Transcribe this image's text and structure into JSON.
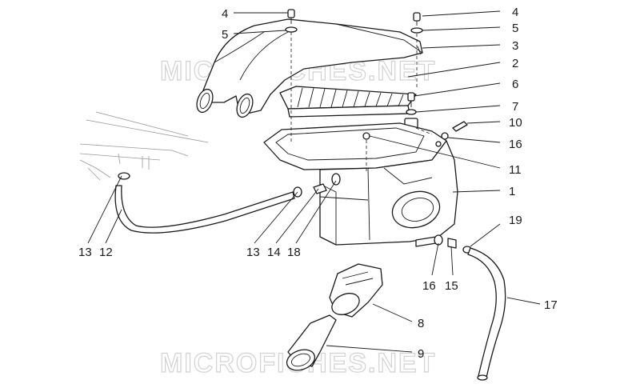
{
  "watermark": {
    "top": "MICROFICHES.NET",
    "bottom": "MICROFICHES.NET"
  },
  "callouts": {
    "c4_left": "4",
    "c5_left": "5",
    "c4_right": "4",
    "c5_right": "5",
    "c3": "3",
    "c2": "2",
    "c6": "6",
    "c7": "7",
    "c10": "10",
    "c16_right": "16",
    "c11": "11",
    "c1": "1",
    "c19": "19",
    "c17": "17",
    "c13_left": "13",
    "c12": "12",
    "c13_mid": "13",
    "c14": "14",
    "c18": "18",
    "c16_bottom": "16",
    "c15": "15",
    "c8": "8",
    "c9": "9"
  }
}
